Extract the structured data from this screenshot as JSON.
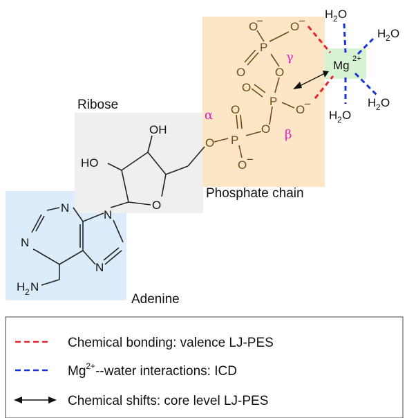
{
  "regions": {
    "ribose": "Ribose",
    "adenine": "Adenine",
    "phosphate": "Phosphate chain"
  },
  "greek": {
    "alpha": "α",
    "beta": "β",
    "gamma": "γ"
  },
  "atoms": {
    "oh": "OH",
    "ho": "HO",
    "o": "O",
    "p": "P",
    "n": "N",
    "minus": "−",
    "h": "H",
    "two": "2",
    "mg": "Mg",
    "mg_charge": "2+",
    "water_prefix": "H",
    "water_suffix": "O"
  },
  "legend": {
    "items": [
      {
        "key": "red-dash",
        "color": "#e8232a",
        "text_pre": "Chemical bonding: valence LJ-PES",
        "text_sup": "",
        "text_post": ""
      },
      {
        "key": "blue-dash",
        "color": "#1a33d6",
        "text_pre": "Mg",
        "text_sup": "2+",
        "text_post": "--water interactions: ICD"
      },
      {
        "key": "double-arrow",
        "color": "#111111",
        "text_pre": "Chemical shifts: core level LJ-PES",
        "text_sup": "",
        "text_post": ""
      }
    ]
  },
  "colors": {
    "adenine_bg": "#dcecfb",
    "ribose_bg": "#efefef",
    "phosphate_bg": "#fde6c6",
    "mg_bg": "#d8f2d4",
    "alpha_beta_gamma": "#e020c0"
  }
}
